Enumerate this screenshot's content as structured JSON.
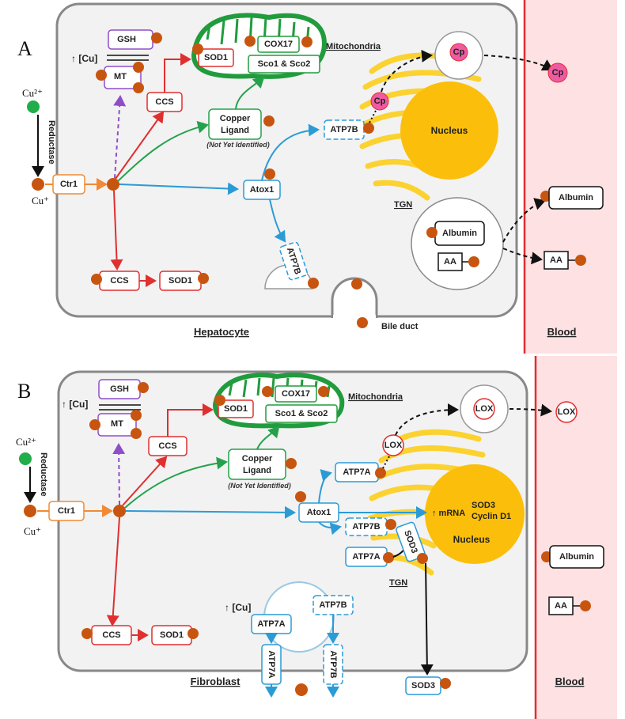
{
  "colors": {
    "copper": "#c8550f",
    "cu2_ion": "#1fae4a",
    "red": "#e02f2f",
    "orange": "#f08a35",
    "green": "#23a24b",
    "blue": "#2b9bd6",
    "purple": "#8e4ec9",
    "nucleus": "#fbbf0b",
    "golgi": "#fbd22f",
    "mito": "#219c3d",
    "blood_bg": "#fde1e3",
    "cell_bg": "#f2f2f2",
    "cp_pink": "#ef5aa3"
  },
  "panelA": {
    "letter": "A",
    "cell_label": "Hepatocyte",
    "blood_label": "Blood",
    "cu2": "Cu²⁺",
    "cu1": "Cu⁺",
    "reductase": "Reductase",
    "ctr1": "Ctr1",
    "gsh": "GSH",
    "mt": "MT",
    "cu_up": "↑ [Cu]",
    "ccs_top": "CCS",
    "sod1_mito": "SOD1",
    "cox17": "COX17",
    "sco": "Sco1  &  Sco2",
    "mitochondria": "Mitochondria",
    "copper_ligand_1": "Copper",
    "copper_ligand_2": "Ligand",
    "not_identified": "(Not Yet Identified)",
    "atp7b_top": "ATP7B",
    "cp": "Cp",
    "cp_vesicle": "Cp",
    "cp_blood": "Cp",
    "nucleus": "Nucleus",
    "tgn": "TGN",
    "atox1": "Atox1",
    "atp7b_vesicle": "ATP7B",
    "ccs_bottom": "CCS",
    "sod1_bottom": "SOD1",
    "albumin_cell": "Albumin",
    "aa_cell": "AA",
    "albumin_blood": "Albumin",
    "aa_blood": "AA",
    "bile_duct": "Bile duct"
  },
  "panelB": {
    "letter": "B",
    "cell_label": "Fibroblast",
    "blood_label": "Blood",
    "cu2": "Cu²⁺",
    "cu1": "Cu⁺",
    "reductase": "Reductase",
    "ctr1": "Ctr1",
    "gsh": "GSH",
    "mt": "MT",
    "cu_up": "↑ [Cu]",
    "ccs_top": "CCS",
    "sod1_mito": "SOD1",
    "cox17": "COX17",
    "sco": "Sco1  &  Sco2",
    "mitochondria": "Mitochondria",
    "copper_ligand_1": "Copper",
    "copper_ligand_2": "Ligand",
    "not_identified": "(Not Yet Identified)",
    "lox_vesicle": "LOX",
    "lox_golgi": "LOX",
    "lox_blood": "LOX",
    "atp7a_top": "ATP7A",
    "atox1": "Atox1",
    "mrna": "↑ mRNA",
    "sod3_label": "SOD3",
    "cyclin": "Cyclin D1",
    "atp7b_mid": "ATP7B",
    "atp7a_mid": "ATP7A",
    "sod3_diag": "SOD3",
    "nucleus": "Nucleus",
    "tgn": "TGN",
    "cu_up2": "↑ [Cu]",
    "atp7a_vesicle": "ATP7A",
    "atp7b_vesicle": "ATP7B",
    "atp7a_membrane": "ATP7A",
    "atp7b_membrane": "ATP7B",
    "ccs_bottom": "CCS",
    "sod1_bottom": "SOD1",
    "sod3_out": "SOD3",
    "albumin_blood": "Albumin",
    "aa_blood": "AA"
  }
}
